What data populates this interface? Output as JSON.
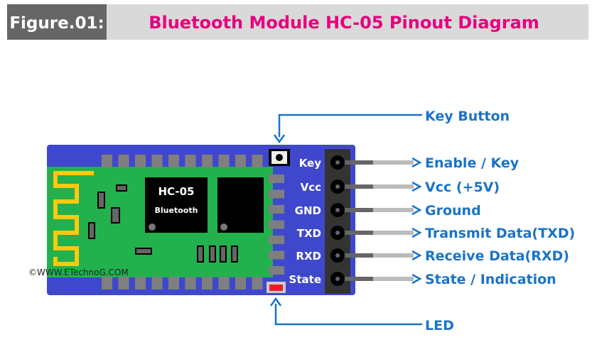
{
  "header": {
    "figure_label": "Figure.01:",
    "title": "Bluetooth Module HC-05 Pinout Diagram"
  },
  "chip": {
    "name": "HC-05",
    "subtitle": "Bluetooth"
  },
  "watermark": "©WWW.ETechnoG.COM",
  "pins": [
    {
      "label": "Key",
      "description": "Enable / Key"
    },
    {
      "label": "Vcc",
      "description": "Vcc (+5V)"
    },
    {
      "label": "GND",
      "description": "Ground"
    },
    {
      "label": "TXD",
      "description": "Transmit Data(TXD)"
    },
    {
      "label": "RXD",
      "description": "Receive Data(RXD)"
    },
    {
      "label": "State",
      "description": "State / Indication"
    }
  ],
  "callouts": {
    "key_button": "Key Button",
    "led": "LED"
  },
  "colors": {
    "title": "#e6007e",
    "callout": "#1a73c8",
    "board": "#3f48cc",
    "pcb": "#22b14c",
    "antenna": "#ffc90e",
    "led": "#ed1c24"
  }
}
